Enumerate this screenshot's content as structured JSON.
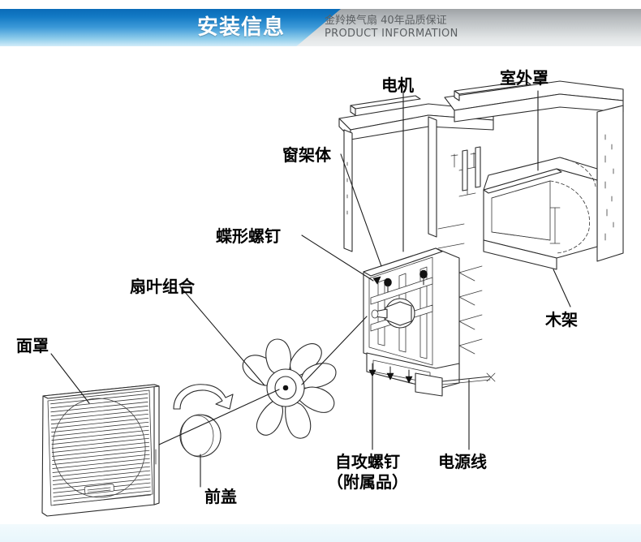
{
  "banner": {
    "title": "安装信息",
    "subtitle_cn": "金羚换气扇 40年品质保证",
    "subtitle_en": "PRODUCT INFORMATION",
    "blue": "#1279c4",
    "gray": "#ccd0d2"
  },
  "diagram": {
    "kind": "exploded-assembly-diagram",
    "subject": "window-mounted ventilation fan",
    "labels": [
      {
        "id": "motor",
        "text": "电机"
      },
      {
        "id": "outdoor-hood",
        "text": "室外罩"
      },
      {
        "id": "window-frame",
        "text": "窗架体"
      },
      {
        "id": "wing-screw",
        "text": "蝶形螺钉"
      },
      {
        "id": "fan-blade",
        "text": "扇叶组合"
      },
      {
        "id": "face-cover",
        "text": "面罩"
      },
      {
        "id": "wood-frame",
        "text": "木架"
      },
      {
        "id": "front-cap",
        "text": "前盖"
      },
      {
        "id": "self-tap-screw",
        "text": "自攻螺钉"
      },
      {
        "id": "self-tap-screw-note",
        "text": "（附属品）"
      },
      {
        "id": "power-cord",
        "text": "电源线"
      }
    ]
  }
}
